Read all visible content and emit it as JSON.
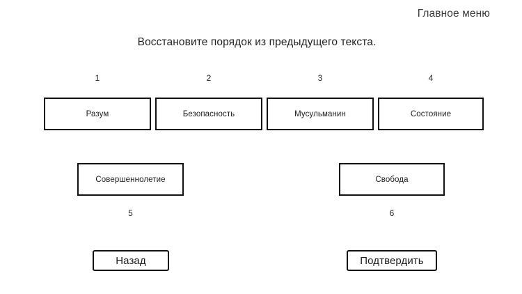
{
  "header": {
    "main_menu_label": "Главное меню"
  },
  "instruction": {
    "text": "Восстановите порядок из предыдущего текста."
  },
  "tiles": [
    {
      "index": "1",
      "label": "Разум",
      "index_position": "above"
    },
    {
      "index": "2",
      "label": "Безопасность",
      "index_position": "above"
    },
    {
      "index": "3",
      "label": "Мусульманин",
      "index_position": "above"
    },
    {
      "index": "4",
      "label": "Состояние",
      "index_position": "above"
    },
    {
      "index": "5",
      "label": "Совершеннолетие",
      "index_position": "below"
    },
    {
      "index": "6",
      "label": "Свобода",
      "index_position": "below"
    }
  ],
  "footer": {
    "back_label": "Назад",
    "confirm_label": "Подтвердить"
  },
  "colors": {
    "background": "#ffffff",
    "border": "#111111",
    "text": "#1d1d1d",
    "muted_text": "#3c3c3c"
  }
}
